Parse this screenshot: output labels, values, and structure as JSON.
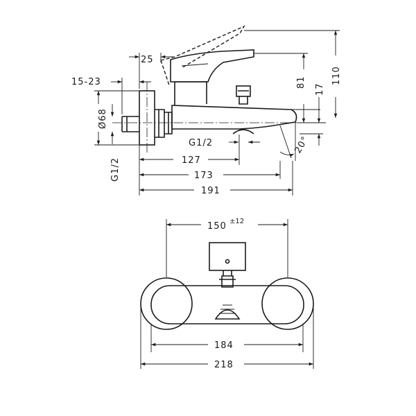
{
  "side_view": {
    "dim_top_offset": "25",
    "dim_eccentric_range": "15-23",
    "dim_diameter": "Ø68",
    "dim_connection_left": "G1/2",
    "dim_connection_outlet": "G1/2",
    "dim_height_81": "81",
    "dim_height_17": "17",
    "dim_height_110": "110",
    "dim_angle": "20°",
    "dim_127": "127",
    "dim_173": "173",
    "dim_191": "191"
  },
  "front_view": {
    "dim_centers_base": "150",
    "dim_centers_tol": "±12",
    "dim_184": "184",
    "dim_218": "218"
  }
}
